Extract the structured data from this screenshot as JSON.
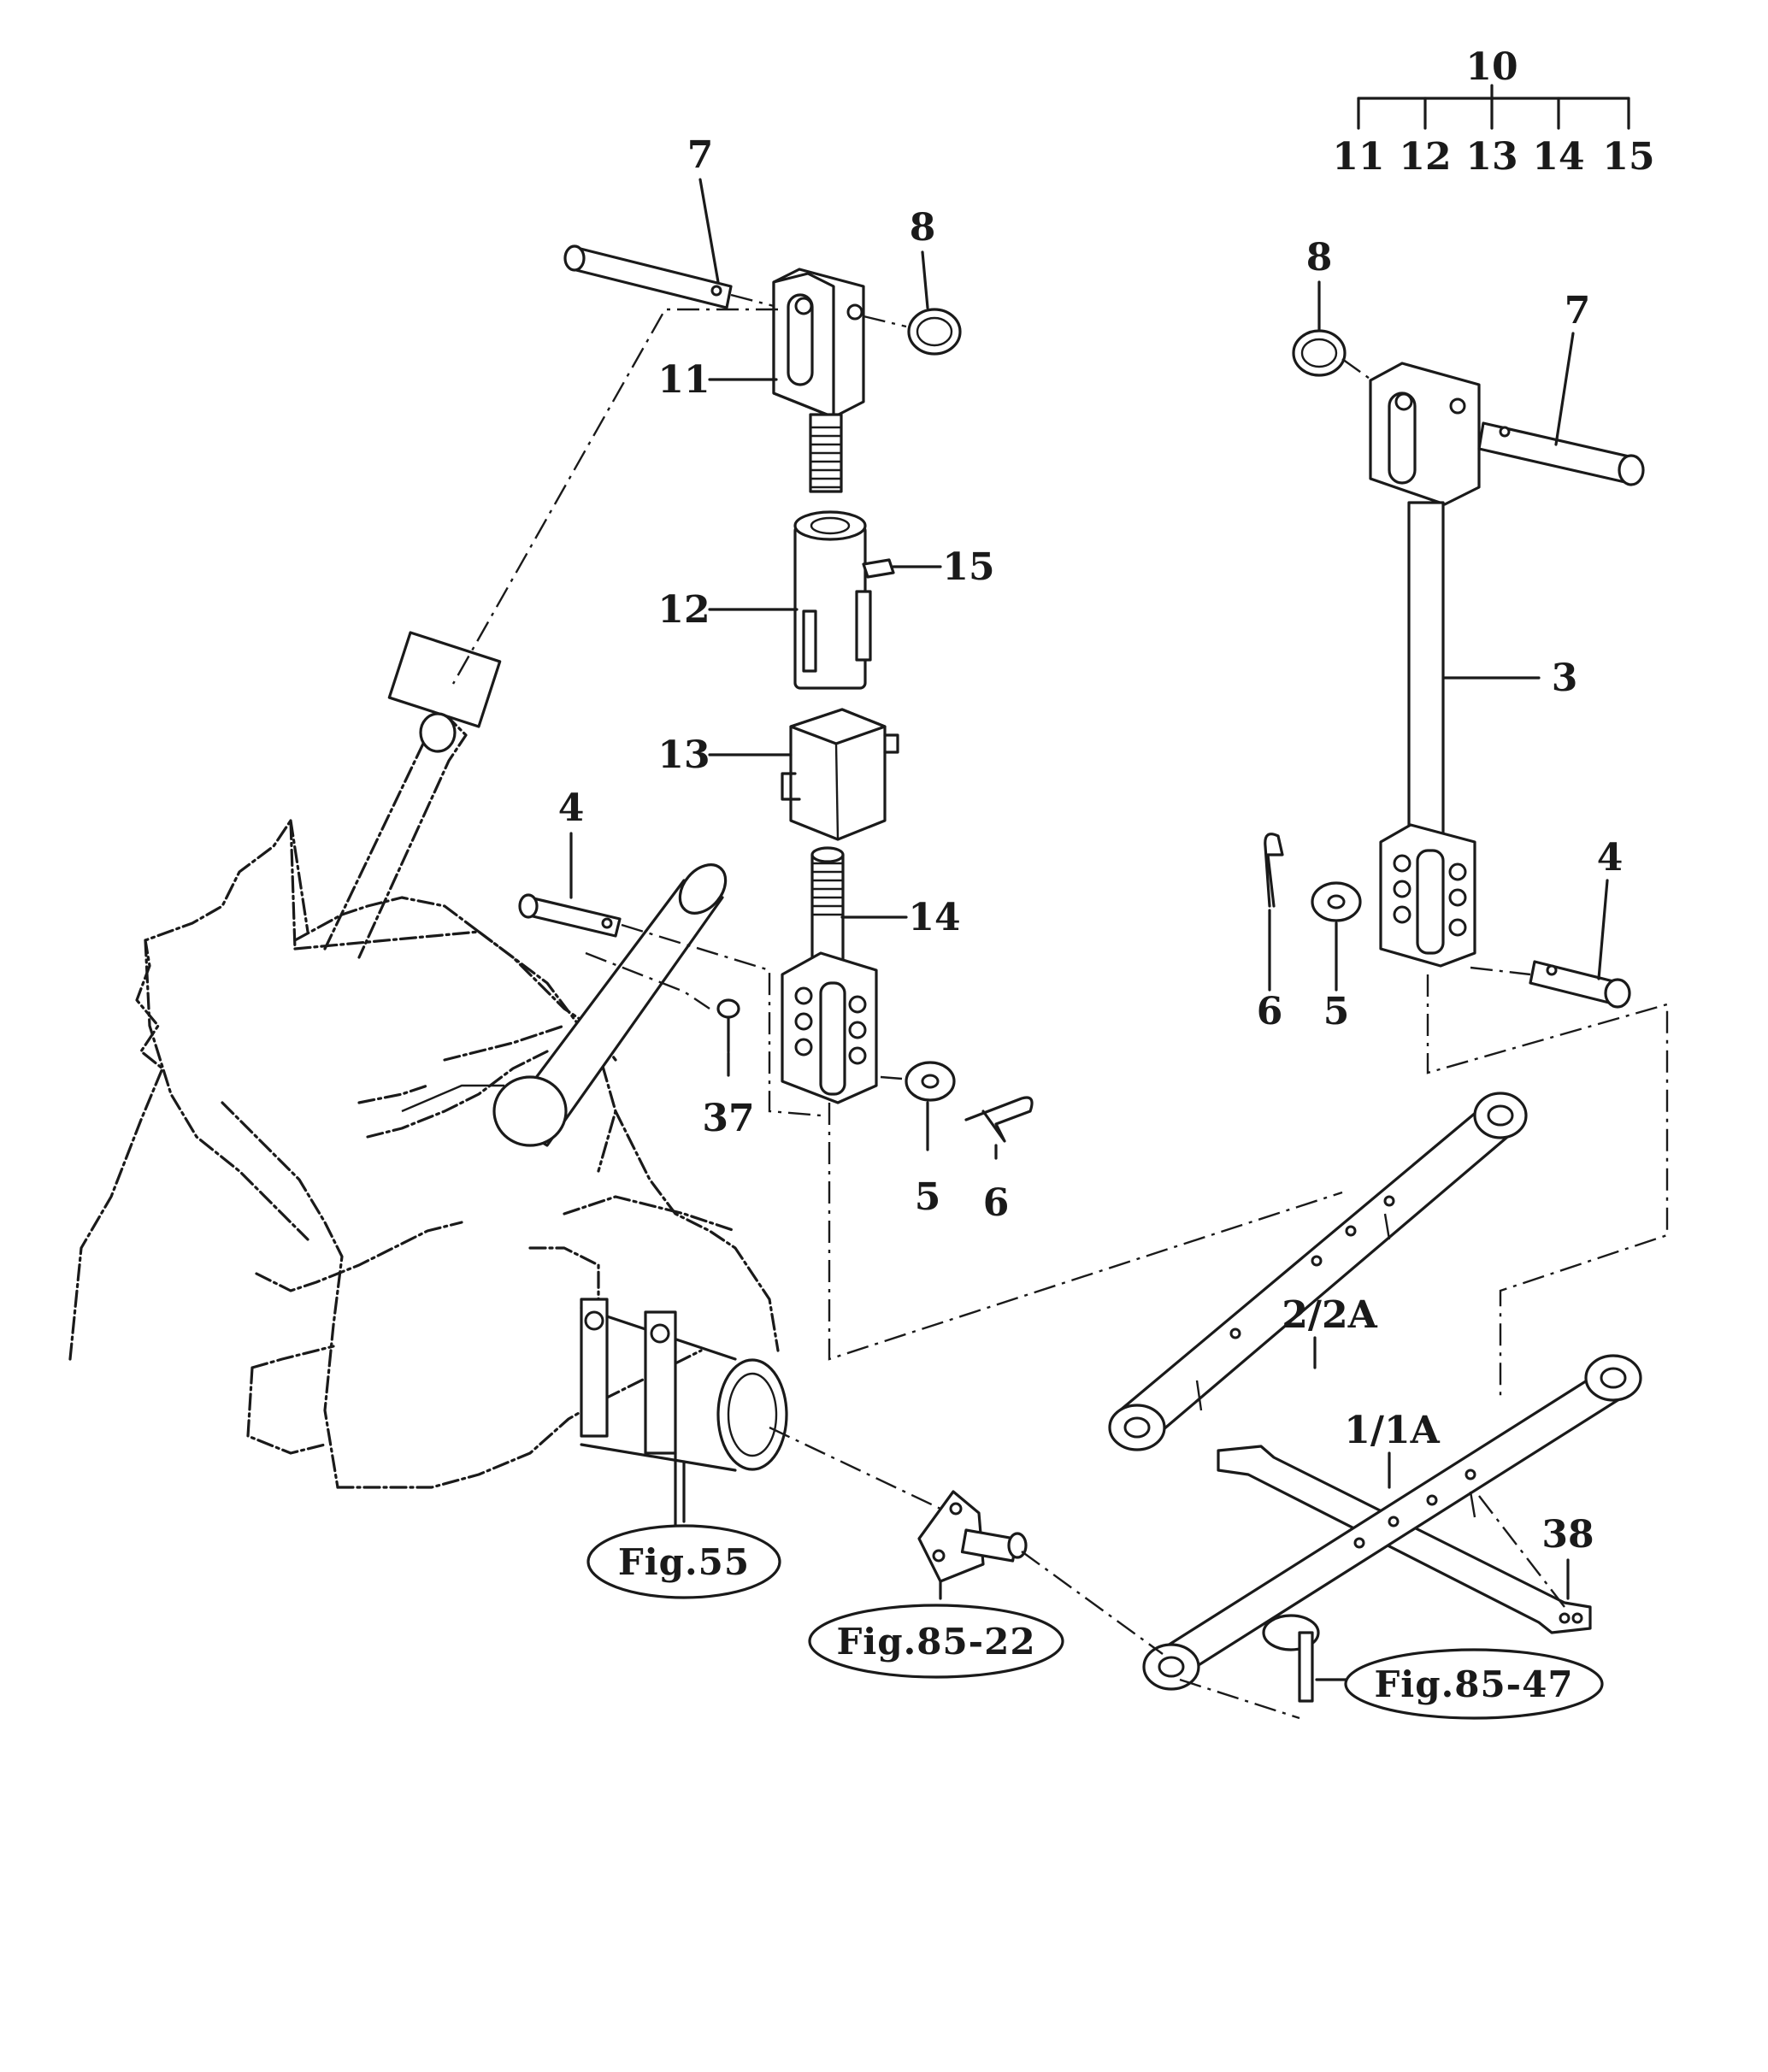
{
  "callouts": {
    "c10": "10",
    "c11_top": "11",
    "c12_top": "12",
    "c13_top": "13",
    "c14_top": "14",
    "c15_top": "15",
    "c7_left": "7",
    "c8_left": "8",
    "c11": "11",
    "c15": "15",
    "c12": "12",
    "c13": "13",
    "c4_left": "4",
    "c14": "14",
    "c37": "37",
    "c5_left": "5",
    "c6_left": "6",
    "c8_right": "8",
    "c7_right": "7",
    "c3": "3",
    "c4_right": "4",
    "c6_right": "6",
    "c5_right": "5",
    "c2_2a": "2/2A",
    "c1_1a": "1/1A",
    "c38": "38"
  },
  "references": {
    "fig55": "Fig.55",
    "fig85_22": "Fig.85-22",
    "fig85_47": "Fig.85-47"
  }
}
